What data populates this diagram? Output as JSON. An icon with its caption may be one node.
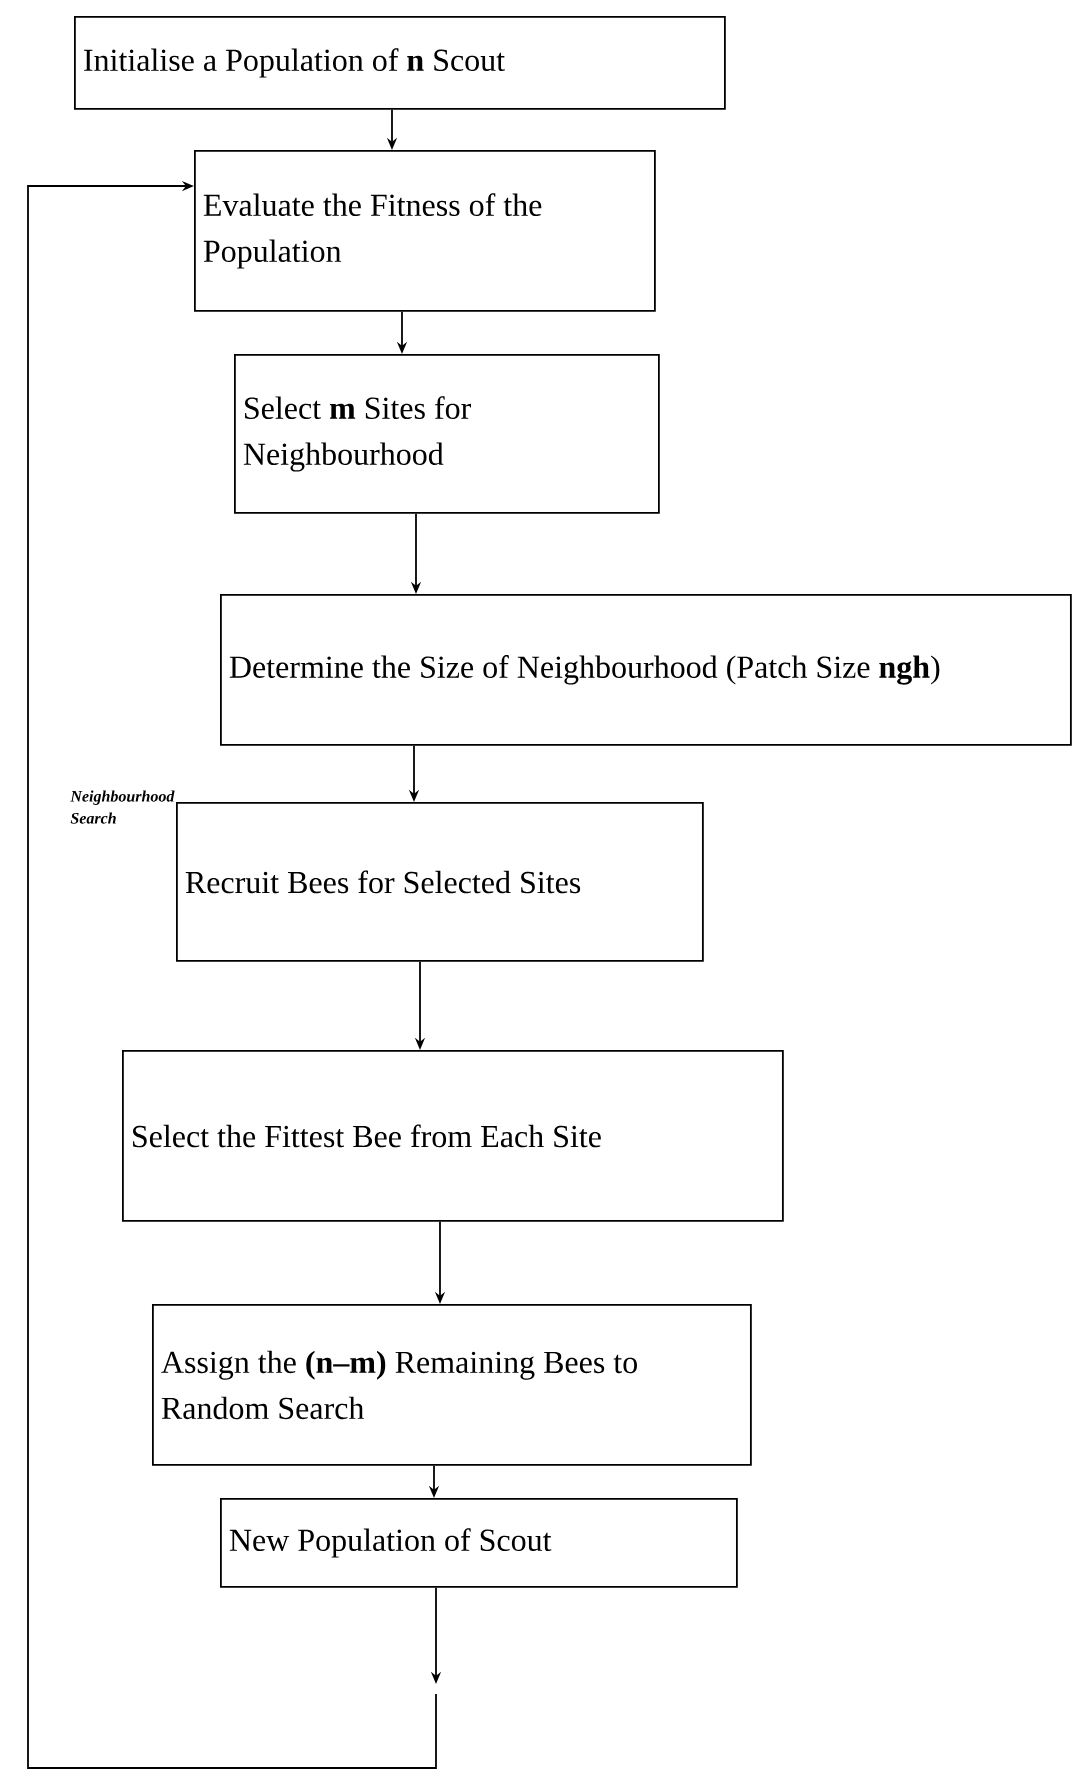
{
  "diagram": {
    "nodes": [
      {
        "text": [
          "Initialise a Population of **n** Scout"
        ]
      },
      {
        "text": [
          "Evaluate the Fitness of the Population"
        ]
      },
      {
        "text": [
          "Select **m** Sites for Neighbourhood"
        ]
      },
      {
        "text": [
          "Determine the Size of Neighbourhood (Patch Size **ngh**)"
        ]
      },
      {
        "text": [
          "Recruit Bees for Selected Sites"
        ]
      },
      {
        "text": [
          "Select the Fittest Bee from Each Site"
        ]
      },
      {
        "text": [
          "Assign the **(n–m)** Remaining Bees to Random Search"
        ]
      },
      {
        "text": [
          "New Population of Scout"
        ]
      }
    ],
    "edges": [
      {
        "from": 0,
        "to": 1,
        "arrow": "to"
      },
      {
        "from": 1,
        "to": 2,
        "arrow": "to"
      },
      {
        "from": 2,
        "to": 3,
        "arrow": "to"
      },
      {
        "from": 3,
        "to": 4,
        "arrow": "to"
      },
      {
        "from": 4,
        "to": 5,
        "arrow": "to"
      },
      {
        "from": 5,
        "to": 6,
        "arrow": "to"
      },
      {
        "from": 6,
        "to": 7,
        "arrow": "to"
      },
      {
        "from": 7,
        "to": null,
        "arrow": "to"
      },
      {
        "from": null,
        "to": 1,
        "arrow": "to"
      }
    ],
    "labels": [
      "Neighbourhood Search"
    ]
  }
}
